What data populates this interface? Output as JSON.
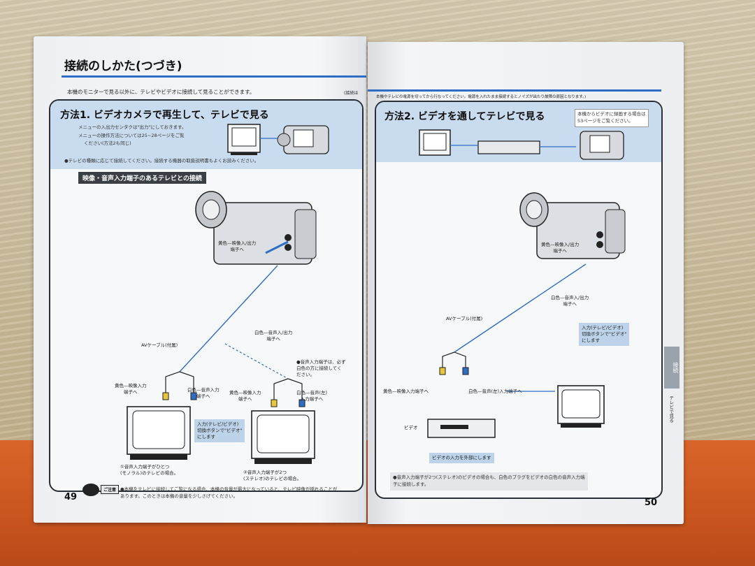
{
  "left_page": {
    "title": "接続のしかた(つづき)",
    "intro": "本機のモニターで見る以外に、テレビやビデオに接続して見ることができます。",
    "intro_right": "(接続は",
    "method1_title": "方法1. ビデオカメラで再生して、テレビで見る",
    "method1_note1": "メニューの入出力センタクは\"出力\"にしておきます。",
    "method1_note2": "メニューの操作方法については25~28ページをご覧",
    "method1_note3": "ください(方法2も同じ)",
    "bullet_tv": "●テレビの種類に応じて接続してください。接続する機器の取扱説明書もよくお読みください。",
    "section_label": "映像・音声入力端子のあるテレビとの接続",
    "label_yellow_io": "黄色—映像入/出力\n端子へ",
    "label_white_io": "白色—音声入/出力\n端子へ",
    "label_av_cable": "AVケーブル(付属)",
    "bullet_audio": "●音声入力端子は、必ず\n白色の方に接続してく\nださい。",
    "label_yellow_in_a": "黄色—映像入力\n端子へ",
    "label_white_in_a": "白色—音声入力\n端子へ",
    "label_yellow_in_b": "黄色—映像入力\n端子へ",
    "label_white_in_b": "白色—音声(左)\n入力端子へ",
    "note_input_switch": "入力(テレビ/ビデオ)\n切換ボタンで\"ビデオ\"\nにします",
    "caption_mono": "①音声入力端子がひとつ\n(モノラル)のテレビの場合。",
    "caption_stereo": "②音声入力端子が2つ\n(ステレオ)のテレビの場合。",
    "caution_label": "ご注意",
    "caution_text": "●本機をテレビに接続してご覧になる場合、本機の音量が最大になっていると、テレビ映像が揺れることが\nあります。このときは本機の音量を少しさげてください。",
    "page_number": "49"
  },
  "right_page": {
    "intro": "本機やテレビの電源を切ってから行なってください。電源を入れたまま接続するとノイズが出たり故障の原因となります。)",
    "method2_title": "方法2. ビデオを通してテレビで見る",
    "method2_note": "本機からビデオに録画する場合は\n53ページをご覧ください。",
    "label_yellow_io": "黄色—映像入/出力\n端子へ",
    "label_white_io": "白色—音声入/出力\n端子へ",
    "label_av_cable": "AVケーブル(付属)",
    "note_input_switch": "入力(テレビ/ビデオ)\n切換ボタンで\"ビデオ\"\nにします",
    "label_yellow_in": "黄色—映像入力端子へ",
    "label_white_in": "白色—音声(左)入力端子へ",
    "label_video": "ビデオ",
    "note_video_input": "ビデオの入力を外部にします",
    "bullet_stereo": "●音声入力端子が2つ(ステレオ)のビデオの場合も、白色のプラグをビデオの白色の音声入力端\n子に接続します。",
    "side_tab": "接続",
    "side_tab_sub": "テレビで見る",
    "page_number": "50"
  },
  "colors": {
    "accent_blue": "#2f6cc4",
    "band_blue": "#c9dcef",
    "frame": "#2a2f36"
  }
}
